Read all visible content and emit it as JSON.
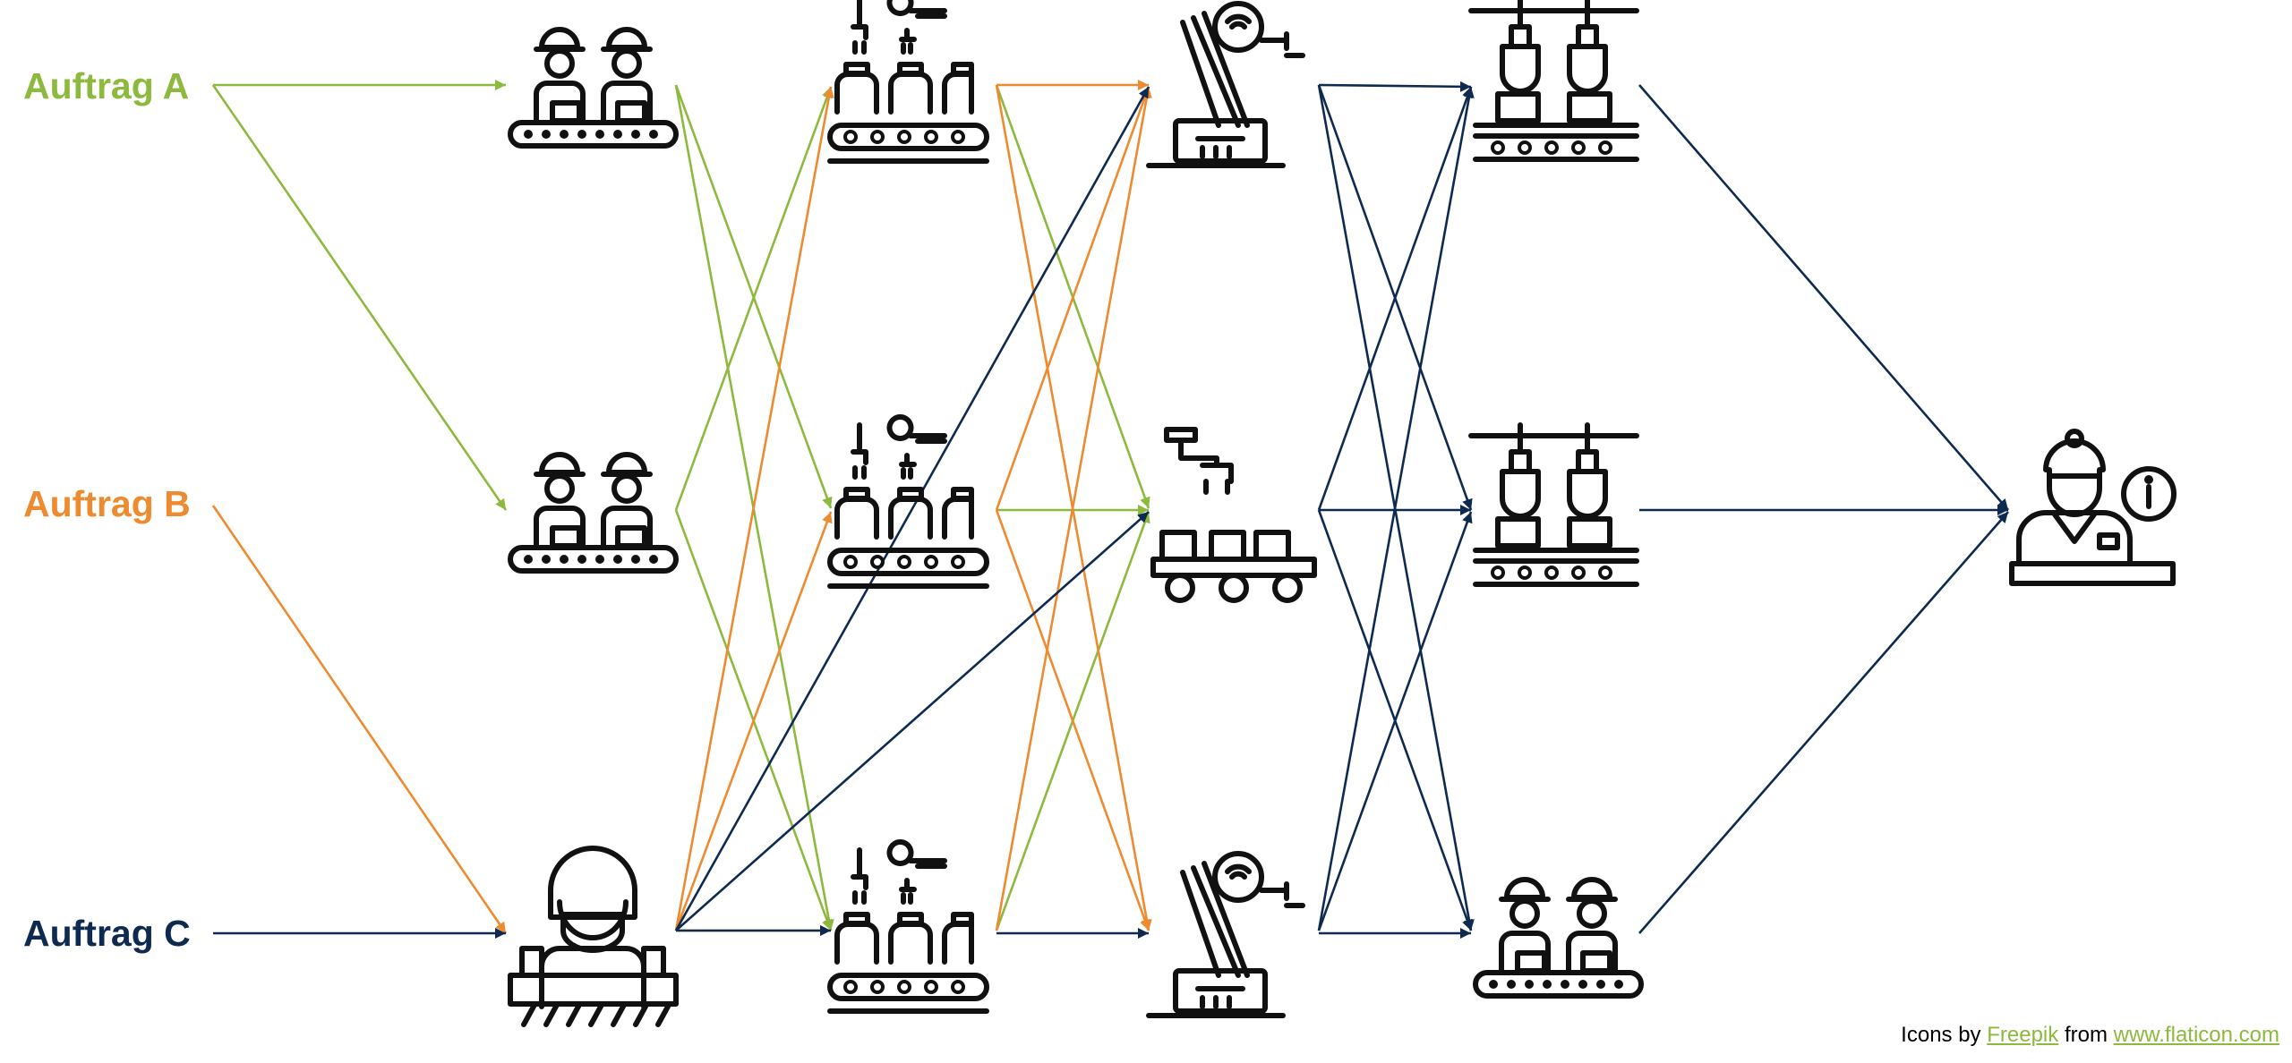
{
  "colors": {
    "order_a": "#8DB93E",
    "order_b": "#EE8A2F",
    "order_c": "#0E2A50",
    "icon": "#111111"
  },
  "orders": [
    {
      "label": "Auftrag A",
      "color_key": "order_a"
    },
    {
      "label": "Auftrag B",
      "color_key": "order_b"
    },
    {
      "label": "Auftrag C",
      "color_key": "order_c"
    }
  ],
  "stations": {
    "stage1": [
      "workers-on-conveyor-icon",
      "workers-on-conveyor-icon",
      "masked-worker-at-bench-icon"
    ],
    "stage2": [
      "bottling-line-icon",
      "bottling-line-icon",
      "bottling-line-icon"
    ],
    "stage3": [
      "robot-arm-icon",
      "robot-conveyor-cart-icon",
      "robot-arm-icon"
    ],
    "stage4": [
      "gripper-conveyor-icon",
      "gripper-conveyor-icon",
      "workers-on-conveyor-icon"
    ],
    "final": "customer-service-agent-icon"
  },
  "credit": {
    "prefix": "Icons by",
    "author": "Freepik",
    "middle": "from",
    "site": "www.flaticon.com",
    "author_color": "#8DB93E",
    "site_color": "#8DB93E"
  }
}
